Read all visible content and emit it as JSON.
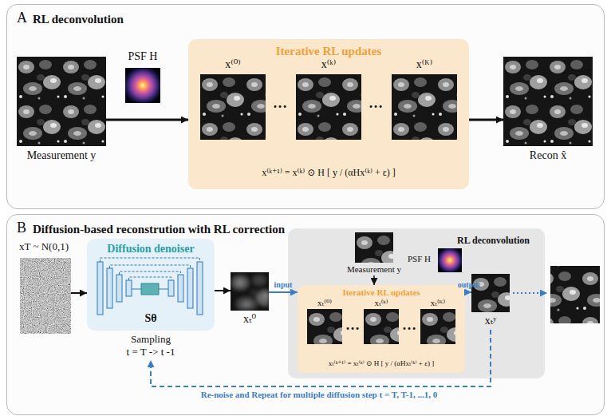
{
  "diagram": {
    "nodes": [
      {
        "text": [
          "A",
          "RL deconvolution"
        ]
      },
      {
        "text": [
          "Measurement y"
        ],
        "in": 0
      },
      {
        "text": [
          "PSF H"
        ],
        "in": 0
      },
      {
        "text": [
          "Iterative RL updates",
          "x⁽ᵏ⁺¹⁾ = x⁽ᵏ⁾ ⊙ H [ y / (αHx⁽ᵏ⁾ + ε) ]"
        ],
        "in": 0
      },
      {
        "text": [
          "x⁽⁰⁾"
        ],
        "in": 3
      },
      {
        "text": [
          "x⁽ᵏ⁾"
        ],
        "in": 3
      },
      {
        "text": [
          "x⁽ᴷ⁾"
        ],
        "in": 3
      },
      {
        "text": [
          "Recon x̂"
        ],
        "in": 0
      },
      {
        "text": [
          "B",
          "Diffusion-based reconstrution with RL correction"
        ]
      },
      {
        "text": [
          "xT ~ N(0,1)"
        ],
        "in": 8
      },
      {
        "text": [
          "Diffusion denoiser",
          "Sθ",
          "Sampling",
          "t = T -> t -1"
        ],
        "in": 8
      },
      {
        "text": [
          "xₜ⁰"
        ],
        "in": 8
      },
      {
        "text": [
          "RL deconvolution"
        ],
        "in": 8
      },
      {
        "text": [
          "Measurement y"
        ],
        "in": 12
      },
      {
        "text": [
          "PSF H"
        ],
        "in": 12
      },
      {
        "text": [
          "Iterative RL updates",
          "xₜ⁽ᵏ⁺¹⁾ = xₜ⁽ᵏ⁾ ⊙ H [ y / (αHxₜ⁽ᵏ⁾ + ε) ]"
        ],
        "in": 12
      },
      {
        "text": [
          "xₜ⁽⁰⁾"
        ],
        "in": 15
      },
      {
        "text": [
          "xₜ⁽ᵏ⁾"
        ],
        "in": 15
      },
      {
        "text": [
          "xₜ⁽ᴷ⁾"
        ],
        "in": 15
      },
      {
        "text": [
          "xₜʸ"
        ],
        "in": 12
      }
    ],
    "edges": [
      {
        "from": 1,
        "to": 3,
        "arrow": "to"
      },
      {
        "from": 3,
        "to": 7,
        "arrow": "to"
      },
      {
        "from": 9,
        "to": 10,
        "arrow": "to"
      },
      {
        "from": 10,
        "to": 11,
        "arrow": "to"
      },
      {
        "from": 11,
        "to": 15,
        "arrow": "to",
        "label": "input"
      },
      {
        "from": 13,
        "to": 15,
        "arrow": "to"
      },
      {
        "from": 15,
        "to": 19,
        "arrow": "to",
        "label": "output"
      },
      {
        "from": 19,
        "to": 10,
        "arrow": "to",
        "label": "Re-noise and Repeat for multiple diffusion step t = T, T-1, ...1, 0"
      }
    ],
    "labels": [
      "…",
      "…",
      "…",
      "…"
    ]
  }
}
